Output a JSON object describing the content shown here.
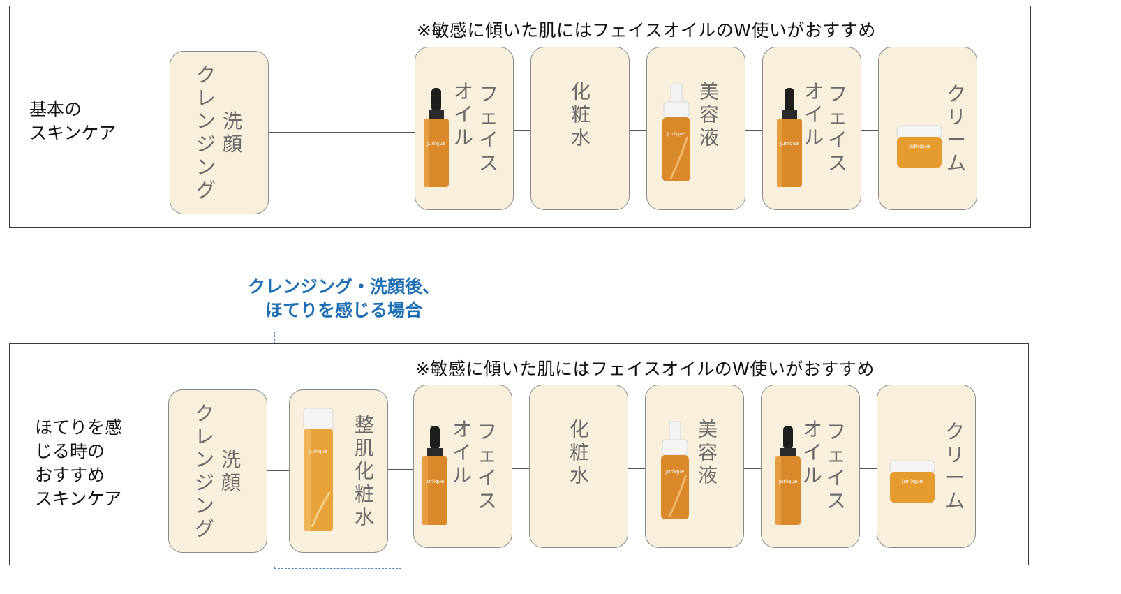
{
  "row1": {
    "label_lines": [
      "基本の",
      "スキンケア"
    ],
    "note": "※敏感に傾いた肌にはフェイスオイルのW使いがおすすめ",
    "steps": [
      {
        "cols": [
          "クレンジング",
          "洗顔"
        ]
      },
      {
        "cols": [
          "フェイス",
          "オイル"
        ],
        "product": "dropper-bottle"
      },
      {
        "cols": [
          "化粧水"
        ]
      },
      {
        "cols": [
          "美容液"
        ],
        "product": "serum-pump-bottle"
      },
      {
        "cols": [
          "フェイス",
          "オイル"
        ],
        "product": "dropper-bottle"
      },
      {
        "cols": [
          "クリーム"
        ],
        "product": "cream-jar"
      }
    ]
  },
  "row2": {
    "label_lines": [
      "ほてりを感",
      "じる時の",
      "おすすめ",
      "スキンケア"
    ],
    "note": "※敏感に傾いた肌にはフェイスオイルのW使いがおすすめ",
    "steps": [
      {
        "cols": [
          "クレンジング",
          "洗顔"
        ]
      },
      {
        "cols": [
          "整肌化粧水"
        ],
        "product": "toner-bottle"
      },
      {
        "cols": [
          "フェイス",
          "オイル"
        ],
        "product": "dropper-bottle"
      },
      {
        "cols": [
          "化粧水"
        ]
      },
      {
        "cols": [
          "美容液"
        ],
        "product": "serum-pump-bottle"
      },
      {
        "cols": [
          "フェイス",
          "オイル"
        ],
        "product": "dropper-bottle"
      },
      {
        "cols": [
          "クリーム"
        ],
        "product": "cream-jar"
      }
    ]
  },
  "callout": {
    "lines": [
      "クレンジング・洗顔後、",
      "ほてりを感じる場合"
    ]
  },
  "brand_label": "Jurlique",
  "colors": {
    "box_fill": "#f8efdc",
    "callout": "#1f6fb5",
    "product_amber": "#d9892a"
  }
}
